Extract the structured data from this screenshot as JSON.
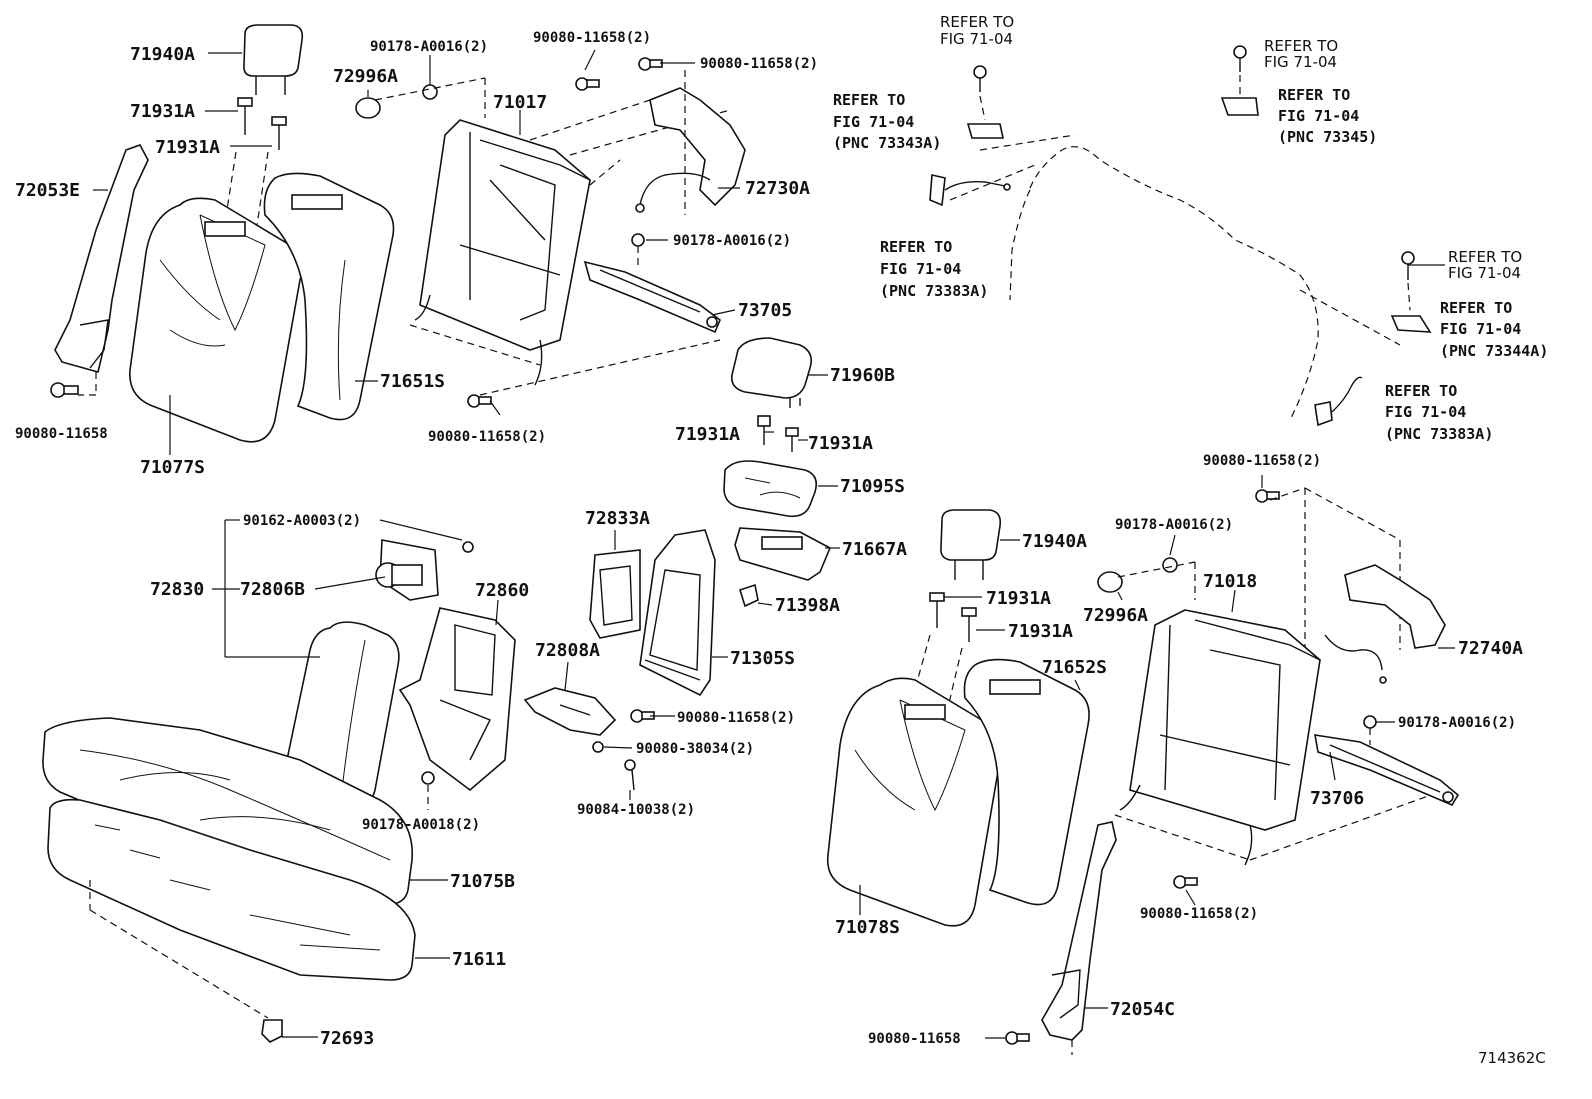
{
  "labels": {
    "p71940A_L": "71940A",
    "p71931A_L1": "71931A",
    "p71931A_L2": "71931A",
    "p72053E": "72053E",
    "p90080_11658_L": "90080-11658",
    "p71077S": "71077S",
    "p71651S": "71651S",
    "p72996A_L": "72996A",
    "p90178_A0016_2_top": "90178-A0016(2)",
    "p71017": "71017",
    "p90080_11658_2_top": "90080-11658(2)",
    "p90080_11658_2_top2": "90080-11658(2)",
    "p72730A": "72730A",
    "p90178_A0016_2_mid": "90178-A0016(2)",
    "p73705": "73705",
    "p90080_11658_2_frame": "90080-11658(2)",
    "p71960B": "71960B",
    "p71931A_M1": "71931A",
    "p71931A_M2": "71931A",
    "p71095S": "71095S",
    "p71667A": "71667A",
    "p71398A": "71398A",
    "p90162_A0003_2": "90162-A0003(2)",
    "p72830": "72830",
    "p72806B": "72806B",
    "p72860": "72860",
    "p72833A": "72833A",
    "p71305S": "71305S",
    "p72808A": "72808A",
    "p90080_11658_2_arm": "90080-11658(2)",
    "p90080_38034_2": "90080-38034(2)",
    "p90084_10038_2": "90084-10038(2)",
    "p90178_A0018_2": "90178-A0018(2)",
    "p71075B": "71075B",
    "p71611": "71611",
    "p72693": "72693",
    "p71940A_R": "71940A",
    "p71931A_R1": "71931A",
    "p71931A_R2": "71931A",
    "p71652S": "71652S",
    "p71078S": "71078S",
    "p72054C": "72054C",
    "p90080_11658_R": "90080-11658",
    "p90080_11658_2_R1": "90080-11658(2)",
    "p90178_A0016_2_R1": "90178-A0016(2)",
    "p72996A_R": "72996A",
    "p71018": "71018",
    "p72740A": "72740A",
    "p90178_A0016_2_R2": "90178-A0016(2)",
    "p73706": "73706",
    "p90080_11658_2_R2": "90080-11658(2)",
    "fig_id": "714362C"
  },
  "refer_notes": {
    "r1_l1": "REFER TO",
    "r1_l2": "FIG 71-04",
    "r2_l1": "REFER TO",
    "r2_l2": "FIG 71-04",
    "r2_l3": "(PNC 73343A)",
    "r3_l1": "REFER TO",
    "r3_l2": "FIG 71-04",
    "r3_l3": "(PNC 73383A)",
    "r4_l1": "REFER TO",
    "r4_l2": "FIG 71-04",
    "r5_l1": "REFER TO",
    "r5_l2": "FIG 71-04",
    "r5_l3": "(PNC 73345)",
    "r6_l1": "REFER TO",
    "r6_l2": "FIG 71-04",
    "r7_l1": "REFER TO",
    "r7_l2": "FIG 71-04",
    "r7_l3": "(PNC 73344A)",
    "r8_l1": "REFER TO",
    "r8_l2": "FIG 71-04",
    "r8_l3": "(PNC 73383A)"
  }
}
